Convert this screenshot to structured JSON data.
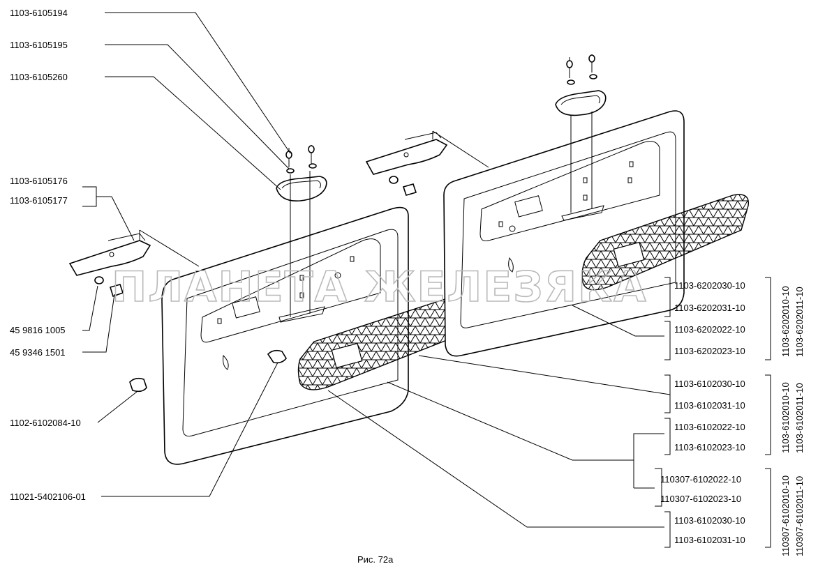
{
  "labels_left": [
    "1103-6105194",
    "1103-6105195",
    "1103-6105260",
    "1103-6105176",
    "1103-6105177",
    "45 9816 1005",
    "45 9346 1501",
    "1102-6102084-10",
    "11021-5402106-01"
  ],
  "labels_right": [
    "1103-6202030-10",
    "1103-6202031-10",
    "1103-6202022-10",
    "1103-6202023-10",
    "1103-6102030-10",
    "1103-6102031-10",
    "1103-6102022-10",
    "1103-6102023-10",
    "110307-6102022-10",
    "110307-6102023-10",
    "1103-6102030-10",
    "1103-6102031-10"
  ],
  "labels_vertical": [
    "1103-6202010-10",
    "1103-6202011-10",
    "1103-6102010-10",
    "1103-6102011-10",
    "110307-6102010-10",
    "110307-6102011-10"
  ],
  "caption": "Рис. 72а",
  "watermark": "ПЛАНЕТА ЖЕЛЕЗЯКА"
}
